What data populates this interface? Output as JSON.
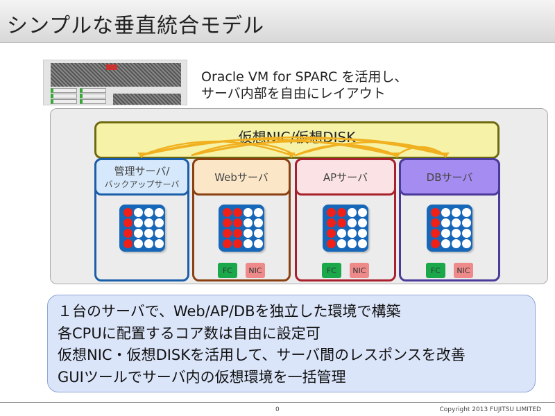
{
  "title": "シンプルな垂直統合モデル",
  "intro": {
    "line1": "Oracle VM for SPARC を活用し、",
    "line2": "サーバ内部を自由にレイアウト"
  },
  "virtual_bar": "仮想NIC/仮想DISK",
  "servers": [
    {
      "name": "管理サーバ/",
      "sub": "バックアップサーバ",
      "color": "#1a5ea8",
      "header_bg": "#d6e8fb",
      "red_cores_per_row": [
        1,
        1,
        1,
        1
      ],
      "fc": null,
      "nic": null
    },
    {
      "name": "Webサーバ",
      "sub": null,
      "color": "#8a4010",
      "header_bg": "#fbe7c8",
      "red_cores_per_row": [
        2,
        2,
        2,
        2
      ],
      "fc": "FC",
      "nic": "NIC"
    },
    {
      "name": "APサーバ",
      "sub": null,
      "color": "#a8202c",
      "header_bg": "#fbe2e4",
      "red_cores_per_row": [
        2,
        2,
        1,
        1
      ],
      "fc": "FC",
      "nic": "NIC"
    },
    {
      "name": "DBサーバ",
      "sub": null,
      "color": "#4a3a9a",
      "header_bg": "#a58cf0",
      "red_cores_per_row": [
        1,
        1,
        1,
        1
      ],
      "fc": "FC",
      "nic": "NIC"
    }
  ],
  "summary": [
    "１台のサーバで、Web/AP/DBを独立した環境で構築",
    "各CPUに配置するコア数は自由に設定可",
    "仮想NIC・仮想DISKを活用して、サーバ間のレスポンスを改善",
    "GUIツールでサーバ内の仮想環境を一括管理"
  ],
  "footer": {
    "page": "0",
    "copyright": "Copyright 2013 FUJITSU LIMITED"
  }
}
